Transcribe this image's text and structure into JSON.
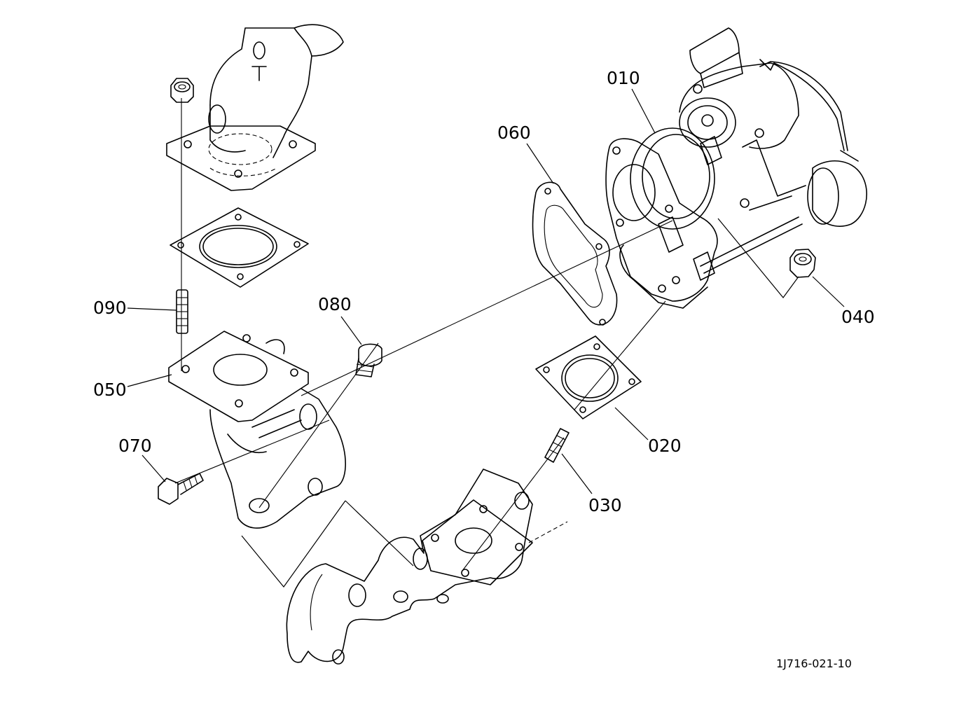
{
  "part_labels": {
    "p010": "010",
    "p020": "020",
    "p030": "030",
    "p040": "040",
    "p050": "050",
    "p060": "060",
    "p070": "070",
    "p080": "080",
    "p090": "090"
  },
  "drawing_code": "1J716-021-10"
}
